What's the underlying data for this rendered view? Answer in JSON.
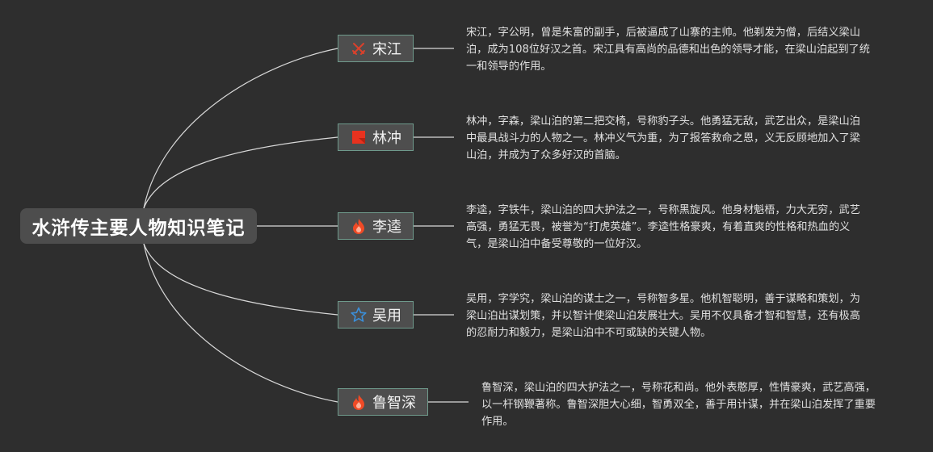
{
  "root": {
    "title": "水浒传主要人物知识笔记"
  },
  "branches": [
    {
      "name": "宋江",
      "icon": "swords-icon",
      "icon_color": "#d9412c",
      "description": "宋江，字公明，曾是朱富的副手，后被逼成了山寨的主帅。他剃发为僧，后结义梁山泊，成为108位好汉之首。宋江具有高尚的品德和出色的领导才能，在梁山泊起到了统一和领导的作用。"
    },
    {
      "name": "林冲",
      "icon": "red-flag-icon",
      "icon_color": "#e8321f",
      "description": "林冲，字森，梁山泊的第二把交椅，号称豹子头。他勇猛无敌，武艺出众，是梁山泊中最具战斗力的人物之一。林冲义气为重，为了报答救命之恩，义无反顾地加入了梁山泊，并成为了众多好汉的首脑。"
    },
    {
      "name": "李逵",
      "icon": "fire-icon",
      "icon_color": "#f04a26",
      "description": "李逵，字铁牛，梁山泊的四大护法之一，号称黑旋风。他身材魁梧，力大无穷，武艺高强，勇猛无畏，被誉为“打虎英雄”。李逵性格豪爽，有着直爽的性格和热血的义气，是梁山泊中备受尊敬的一位好汉。"
    },
    {
      "name": "吴用",
      "icon": "star-outline-icon",
      "icon_color": "#3b8fd9",
      "description": "吴用，字学究，梁山泊的谋士之一，号称智多星。他机智聪明，善于谋略和策划，为梁山泊出谋划策，并以智计使梁山泊发展壮大。吴用不仅具备才智和智慧，还有极高的忍耐力和毅力，是梁山泊中不可或缺的关键人物。"
    },
    {
      "name": "鲁智深",
      "icon": "fire-icon",
      "icon_color": "#f04a26",
      "description": "鲁智深，梁山泊的四大护法之一，号称花和尚。他外表憨厚，性情豪爽，武艺高强，以一杆钢鞭著称。鲁智深胆大心细，智勇双全，善于用计谋，并在梁山泊发挥了重要作用。"
    }
  ],
  "colors": {
    "background": "#2e2e2e",
    "connector": "#d8d8d8",
    "node_border": "#6f9a8c"
  }
}
